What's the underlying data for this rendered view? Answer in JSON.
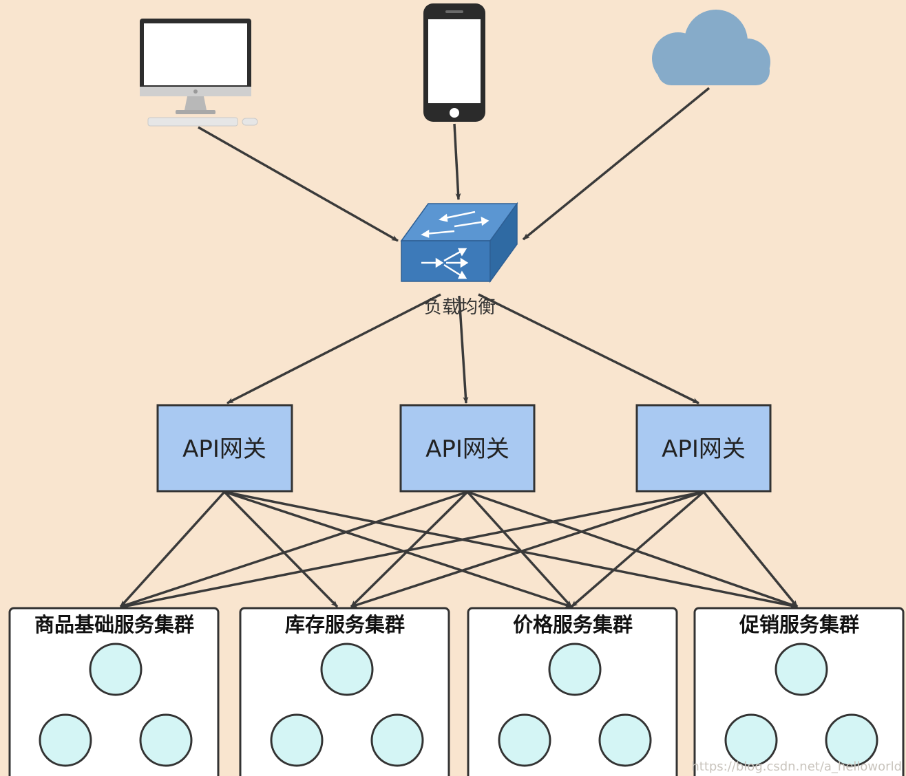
{
  "load_balancer": {
    "label": "负载均衡"
  },
  "clients": [
    {
      "icon": "desktop-computer-icon"
    },
    {
      "icon": "smartphone-icon"
    },
    {
      "icon": "cloud-icon"
    }
  ],
  "gateways": [
    {
      "label": "API网关"
    },
    {
      "label": "API网关"
    },
    {
      "label": "API网关"
    }
  ],
  "clusters": [
    {
      "title": "商品基础服务集群",
      "node_count": 3
    },
    {
      "title": "库存服务集群",
      "node_count": 3
    },
    {
      "title": "价格服务集群",
      "node_count": 3
    },
    {
      "title": "促销服务集群",
      "node_count": 3
    }
  ],
  "watermark": "https://blog.csdn.net/a_helloworld",
  "colors": {
    "background": "#f9e5cf",
    "gateway_fill": "#a9c9f2",
    "node_fill": "#d4f5f5",
    "switch_blue": "#3d7ab9",
    "cloud_blue": "#86abc9",
    "arrow": "#3a3a3a"
  }
}
